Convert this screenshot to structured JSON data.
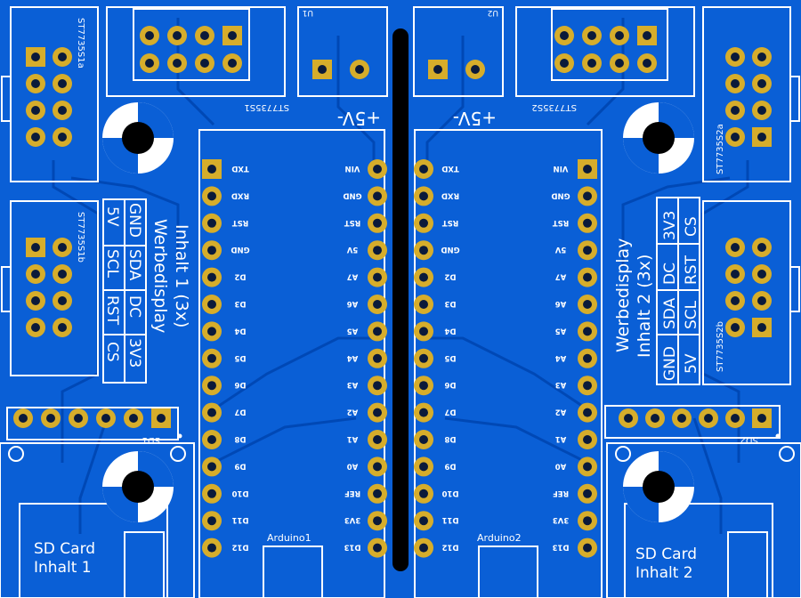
{
  "colors": {
    "board": "#0a5fd6",
    "board_dark": "#0048b5",
    "silk": "#ffffff",
    "pad_gold": "#d6ad2b",
    "pad_hole": "#0b1a3a",
    "separator": "#000000"
  },
  "left": {
    "title": "Werbedisplay",
    "subtitle": "Inhalt 1 (3x)",
    "pin_table": [
      "GND",
      "SDA",
      "DC",
      "3V3",
      "5V",
      "SCL",
      "RST",
      "CS"
    ],
    "header_a": "ST7735S1a",
    "header_b": "ST7735S1b",
    "header_top": "ST7735S1",
    "power_ref": "U1",
    "power_label": "+5V-",
    "sd_ref": "SD1",
    "sd_title": "SD Card",
    "sd_subtitle": "Inhalt 1",
    "arduino": "Arduino1"
  },
  "right": {
    "title": "Werbedisplay",
    "subtitle": "Inhalt 2 (3x)",
    "pin_table": [
      "GND",
      "SDA",
      "DC",
      "3V3",
      "5V",
      "SCL",
      "RST",
      "CS"
    ],
    "header_a": "ST7735S2a",
    "header_b": "ST7735S2b",
    "header_top": "ST7735S2",
    "power_ref": "U2",
    "power_label": "+5V-",
    "sd_ref": "SD2",
    "sd_title": "SD Card",
    "sd_subtitle": "Inhalt 2",
    "arduino": "Arduino2"
  },
  "arduino_pins_left_col": [
    "TXD",
    "RXD",
    "RST",
    "GND",
    "D2",
    "D3",
    "D4",
    "D5",
    "D6",
    "D7",
    "D8",
    "D9",
    "D10",
    "D11",
    "D12"
  ],
  "arduino_pins_right_col": [
    "VIN",
    "GND",
    "RST",
    "5V",
    "A7",
    "A6",
    "A5",
    "A4",
    "A3",
    "A2",
    "A1",
    "A0",
    "REF",
    "3V3",
    "D13"
  ]
}
